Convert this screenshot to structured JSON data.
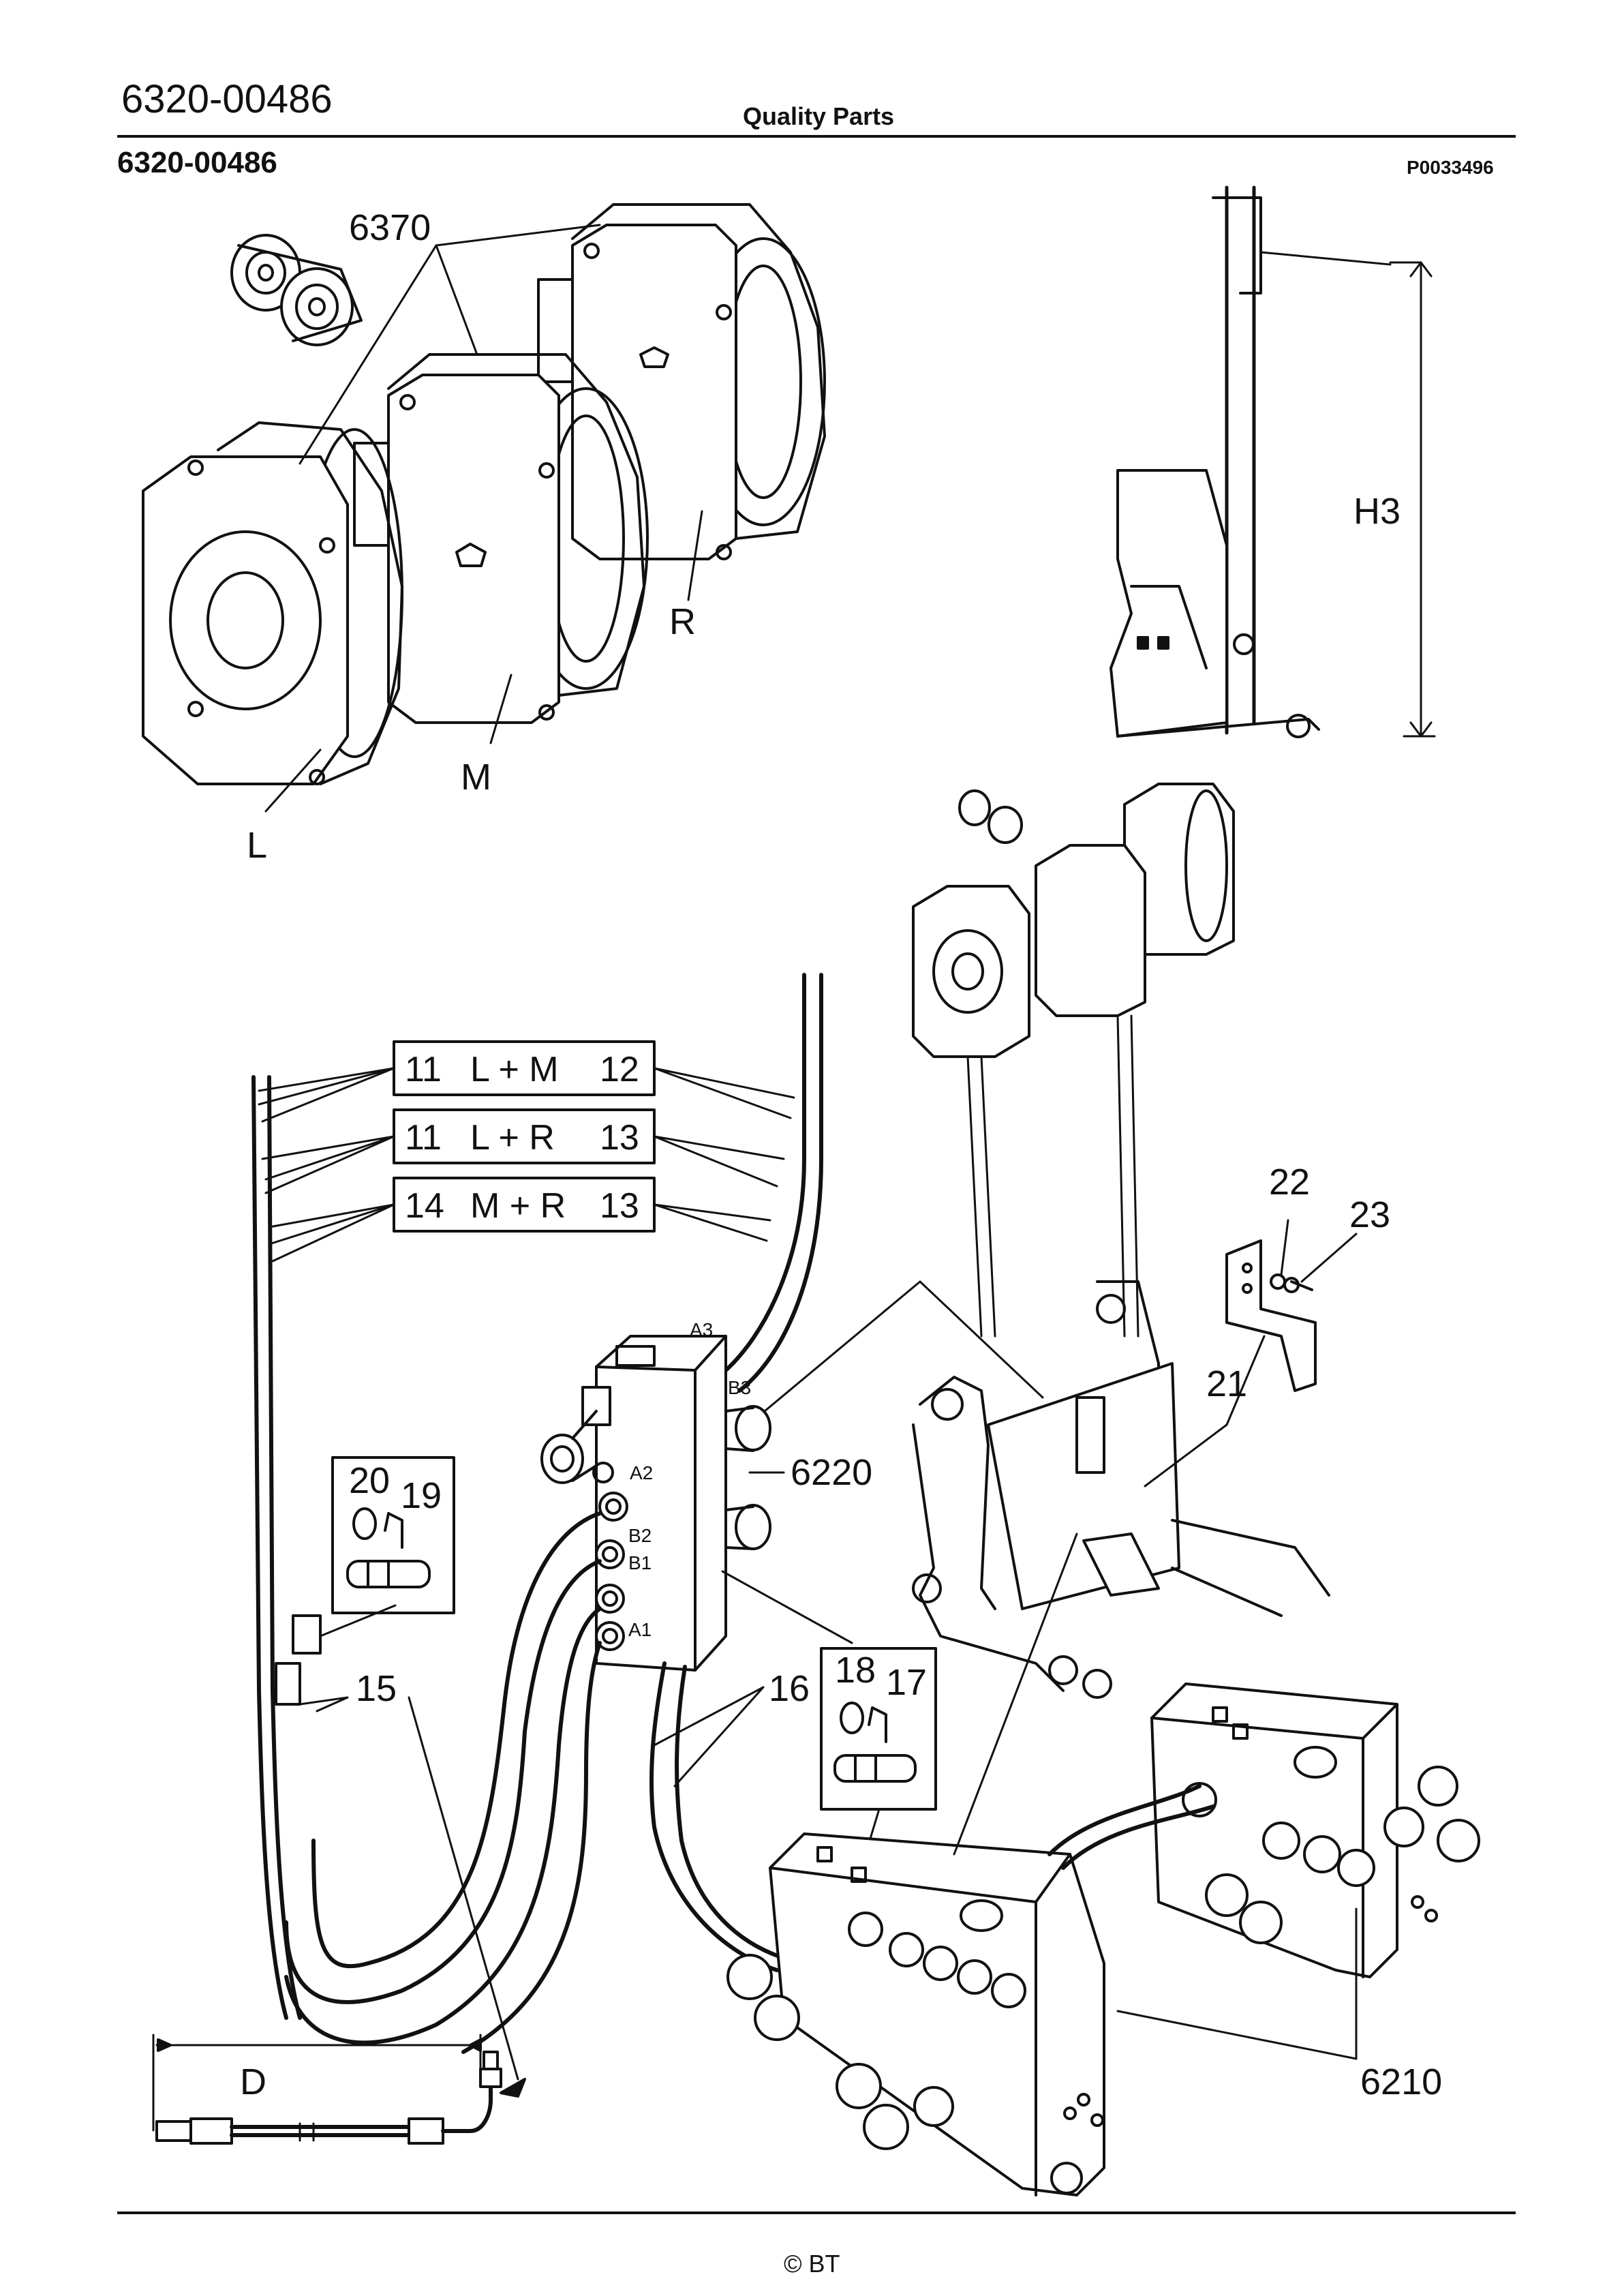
{
  "header": {
    "doc_number": "6320-00486",
    "title": "Quality Parts",
    "part_number": "6320-00486",
    "figure_id": "P0033496"
  },
  "footer": {
    "copyright": "© BT"
  },
  "callouts": {
    "c6370": "6370",
    "L": "L",
    "M": "M",
    "R": "R",
    "H3": "H3",
    "c22": "22",
    "c23": "23",
    "c21": "21",
    "c6220": "6220",
    "c20": "20",
    "c19": "19",
    "c15": "15",
    "c16": "16",
    "c18": "18",
    "c17": "17",
    "D": "D",
    "c6210": "6210",
    "A3": "A3",
    "B3": "B3",
    "A2": "A2",
    "B2": "B2",
    "B1": "B1",
    "A1": "A1"
  },
  "combo_boxes": [
    {
      "left": "11",
      "pair": "L + M",
      "right": "12"
    },
    {
      "left": "11",
      "pair": "L + R",
      "right": "13"
    },
    {
      "left": "14",
      "pair": "M + R",
      "right": "13"
    }
  ],
  "colors": {
    "ink": "#111111",
    "paper": "#ffffff",
    "shade": "#e8e8e8"
  }
}
